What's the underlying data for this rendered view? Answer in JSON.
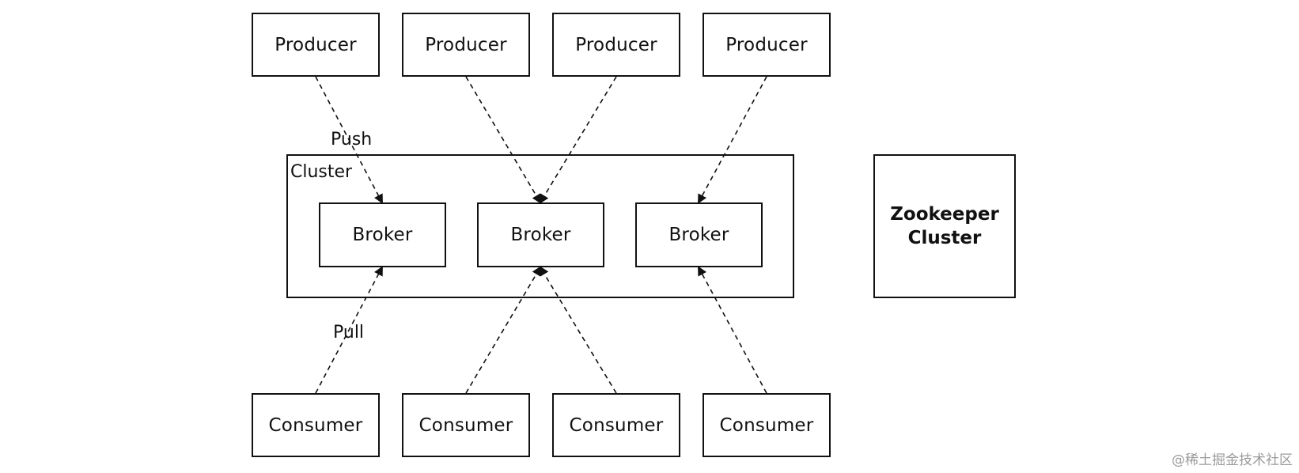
{
  "producers": [
    {
      "label": "Producer"
    },
    {
      "label": "Producer"
    },
    {
      "label": "Producer"
    },
    {
      "label": "Producer"
    }
  ],
  "cluster": {
    "label": "Cluster"
  },
  "brokers": [
    {
      "label": "Broker"
    },
    {
      "label": "Broker"
    },
    {
      "label": "Broker"
    }
  ],
  "consumers": [
    {
      "label": "Consumer"
    },
    {
      "label": "Consumer"
    },
    {
      "label": "Consumer"
    },
    {
      "label": "Consumer"
    }
  ],
  "edge_labels": {
    "push": "Push",
    "pull": "Pull"
  },
  "zookeeper": {
    "line1": "Zookeeper",
    "line2": "Cluster"
  },
  "watermark": "@稀土掘金技术社区",
  "edges": [
    {
      "from": "producer-0",
      "to": "broker-0",
      "label": "Push"
    },
    {
      "from": "producer-1",
      "to": "broker-1"
    },
    {
      "from": "producer-2",
      "to": "broker-1"
    },
    {
      "from": "producer-3",
      "to": "broker-2"
    },
    {
      "from": "consumer-0",
      "to": "broker-0",
      "label": "Pull"
    },
    {
      "from": "consumer-1",
      "to": "broker-1"
    },
    {
      "from": "consumer-2",
      "to": "broker-1"
    },
    {
      "from": "consumer-3",
      "to": "broker-2"
    }
  ]
}
